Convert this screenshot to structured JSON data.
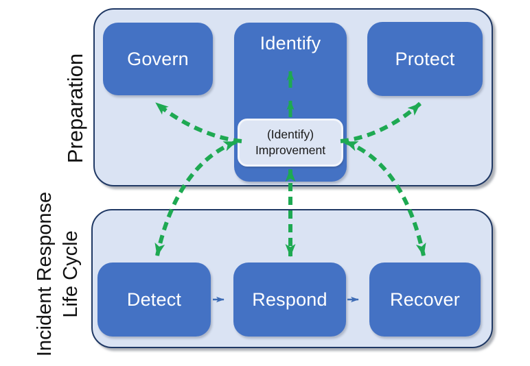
{
  "colors": {
    "page_bg": "#FFFFFF",
    "container_fill": "#DAE3F3",
    "container_border": "#1F3864",
    "box_fill": "#4472C4",
    "box_text": "#FFFFFF",
    "improvement_fill": "#DDE5F4",
    "improvement_border": "#F2F5FB",
    "improvement_text": "#1A1A1A",
    "arrow_green": "#1EA952",
    "arrow_blue": "#3E6CB5",
    "label_text": "#111111"
  },
  "preparation": {
    "label": "Preparation",
    "boxes": [
      {
        "label": "Govern"
      },
      {
        "label": "Identify"
      },
      {
        "label": "Protect"
      }
    ]
  },
  "improvement": {
    "line1": "(Identify)",
    "line2": "Improvement"
  },
  "lifecycle": {
    "label_line1": "Incident Response",
    "label_line2": "Life Cycle",
    "boxes": [
      {
        "label": "Detect"
      },
      {
        "label": "Respond"
      },
      {
        "label": "Recover"
      }
    ]
  },
  "connections": [
    {
      "name": "improvement-to-identify",
      "from": "Improvement",
      "to": "Identify",
      "style": "dashed",
      "color": "#1EA952",
      "bidirectional": false
    },
    {
      "name": "improvement-to-govern",
      "from": "Improvement",
      "to": "Govern",
      "style": "dashed",
      "color": "#1EA952",
      "bidirectional": false
    },
    {
      "name": "improvement-to-protect",
      "from": "Improvement",
      "to": "Protect",
      "style": "dashed",
      "color": "#1EA952",
      "bidirectional": false
    },
    {
      "name": "improvement-detect",
      "from": "Improvement",
      "to": "Detect",
      "style": "dashed",
      "color": "#1EA952",
      "bidirectional": true
    },
    {
      "name": "improvement-respond",
      "from": "Improvement",
      "to": "Respond",
      "style": "dashed",
      "color": "#1EA952",
      "bidirectional": true
    },
    {
      "name": "improvement-recover",
      "from": "Improvement",
      "to": "Recover",
      "style": "dashed",
      "color": "#1EA952",
      "bidirectional": true
    },
    {
      "name": "detect-to-respond",
      "from": "Detect",
      "to": "Respond",
      "style": "solid",
      "color": "#3E6CB5",
      "bidirectional": false
    },
    {
      "name": "respond-to-recover",
      "from": "Respond",
      "to": "Recover",
      "style": "solid",
      "color": "#3E6CB5",
      "bidirectional": false
    }
  ]
}
